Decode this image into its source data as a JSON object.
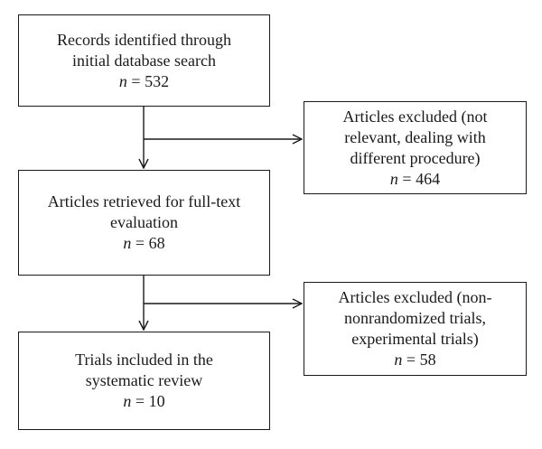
{
  "flowchart": {
    "records": {
      "line1": "Records identified through",
      "line2": "initial database search",
      "n_label": "n",
      "count": " = 532"
    },
    "excluded_first": {
      "line1": "Articles excluded (not",
      "line2": "relevant, dealing with",
      "line3": "different procedure)",
      "n_label": "n",
      "count": " = 464"
    },
    "retrieved": {
      "line1": "Articles retrieved for full-text",
      "line2": "evaluation",
      "n_label": "n",
      "count": " = 68"
    },
    "excluded_second": {
      "line1": "Articles excluded (non-",
      "line2": "nonrandomized trials,",
      "line3": "experimental trials)",
      "n_label": "n",
      "count": " = 58"
    },
    "included": {
      "line1": "Trials included in the",
      "line2": "systematic review",
      "n_label": "n",
      "count": " = 10"
    }
  }
}
